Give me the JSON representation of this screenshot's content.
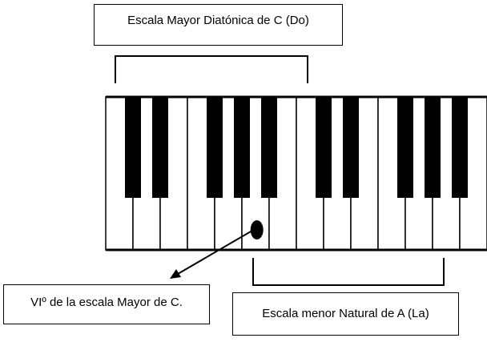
{
  "labels": {
    "major_scale": "Escala Mayor Diatónica de C (Do)",
    "sixth_degree": "VIº de la escala Mayor de C.",
    "minor_scale": "Escala menor Natural de A (La)"
  },
  "keyboard": {
    "white_key_count": 14,
    "black_key_pattern": [
      1,
      1,
      0,
      1,
      1,
      1,
      0,
      1,
      1,
      0,
      1,
      1,
      1
    ],
    "marked_white_key_index": 5,
    "marker_icon": "note-dot-icon"
  },
  "colors": {
    "keys_white": "#ffffff",
    "keys_black": "#000000",
    "lines": "#000000"
  }
}
